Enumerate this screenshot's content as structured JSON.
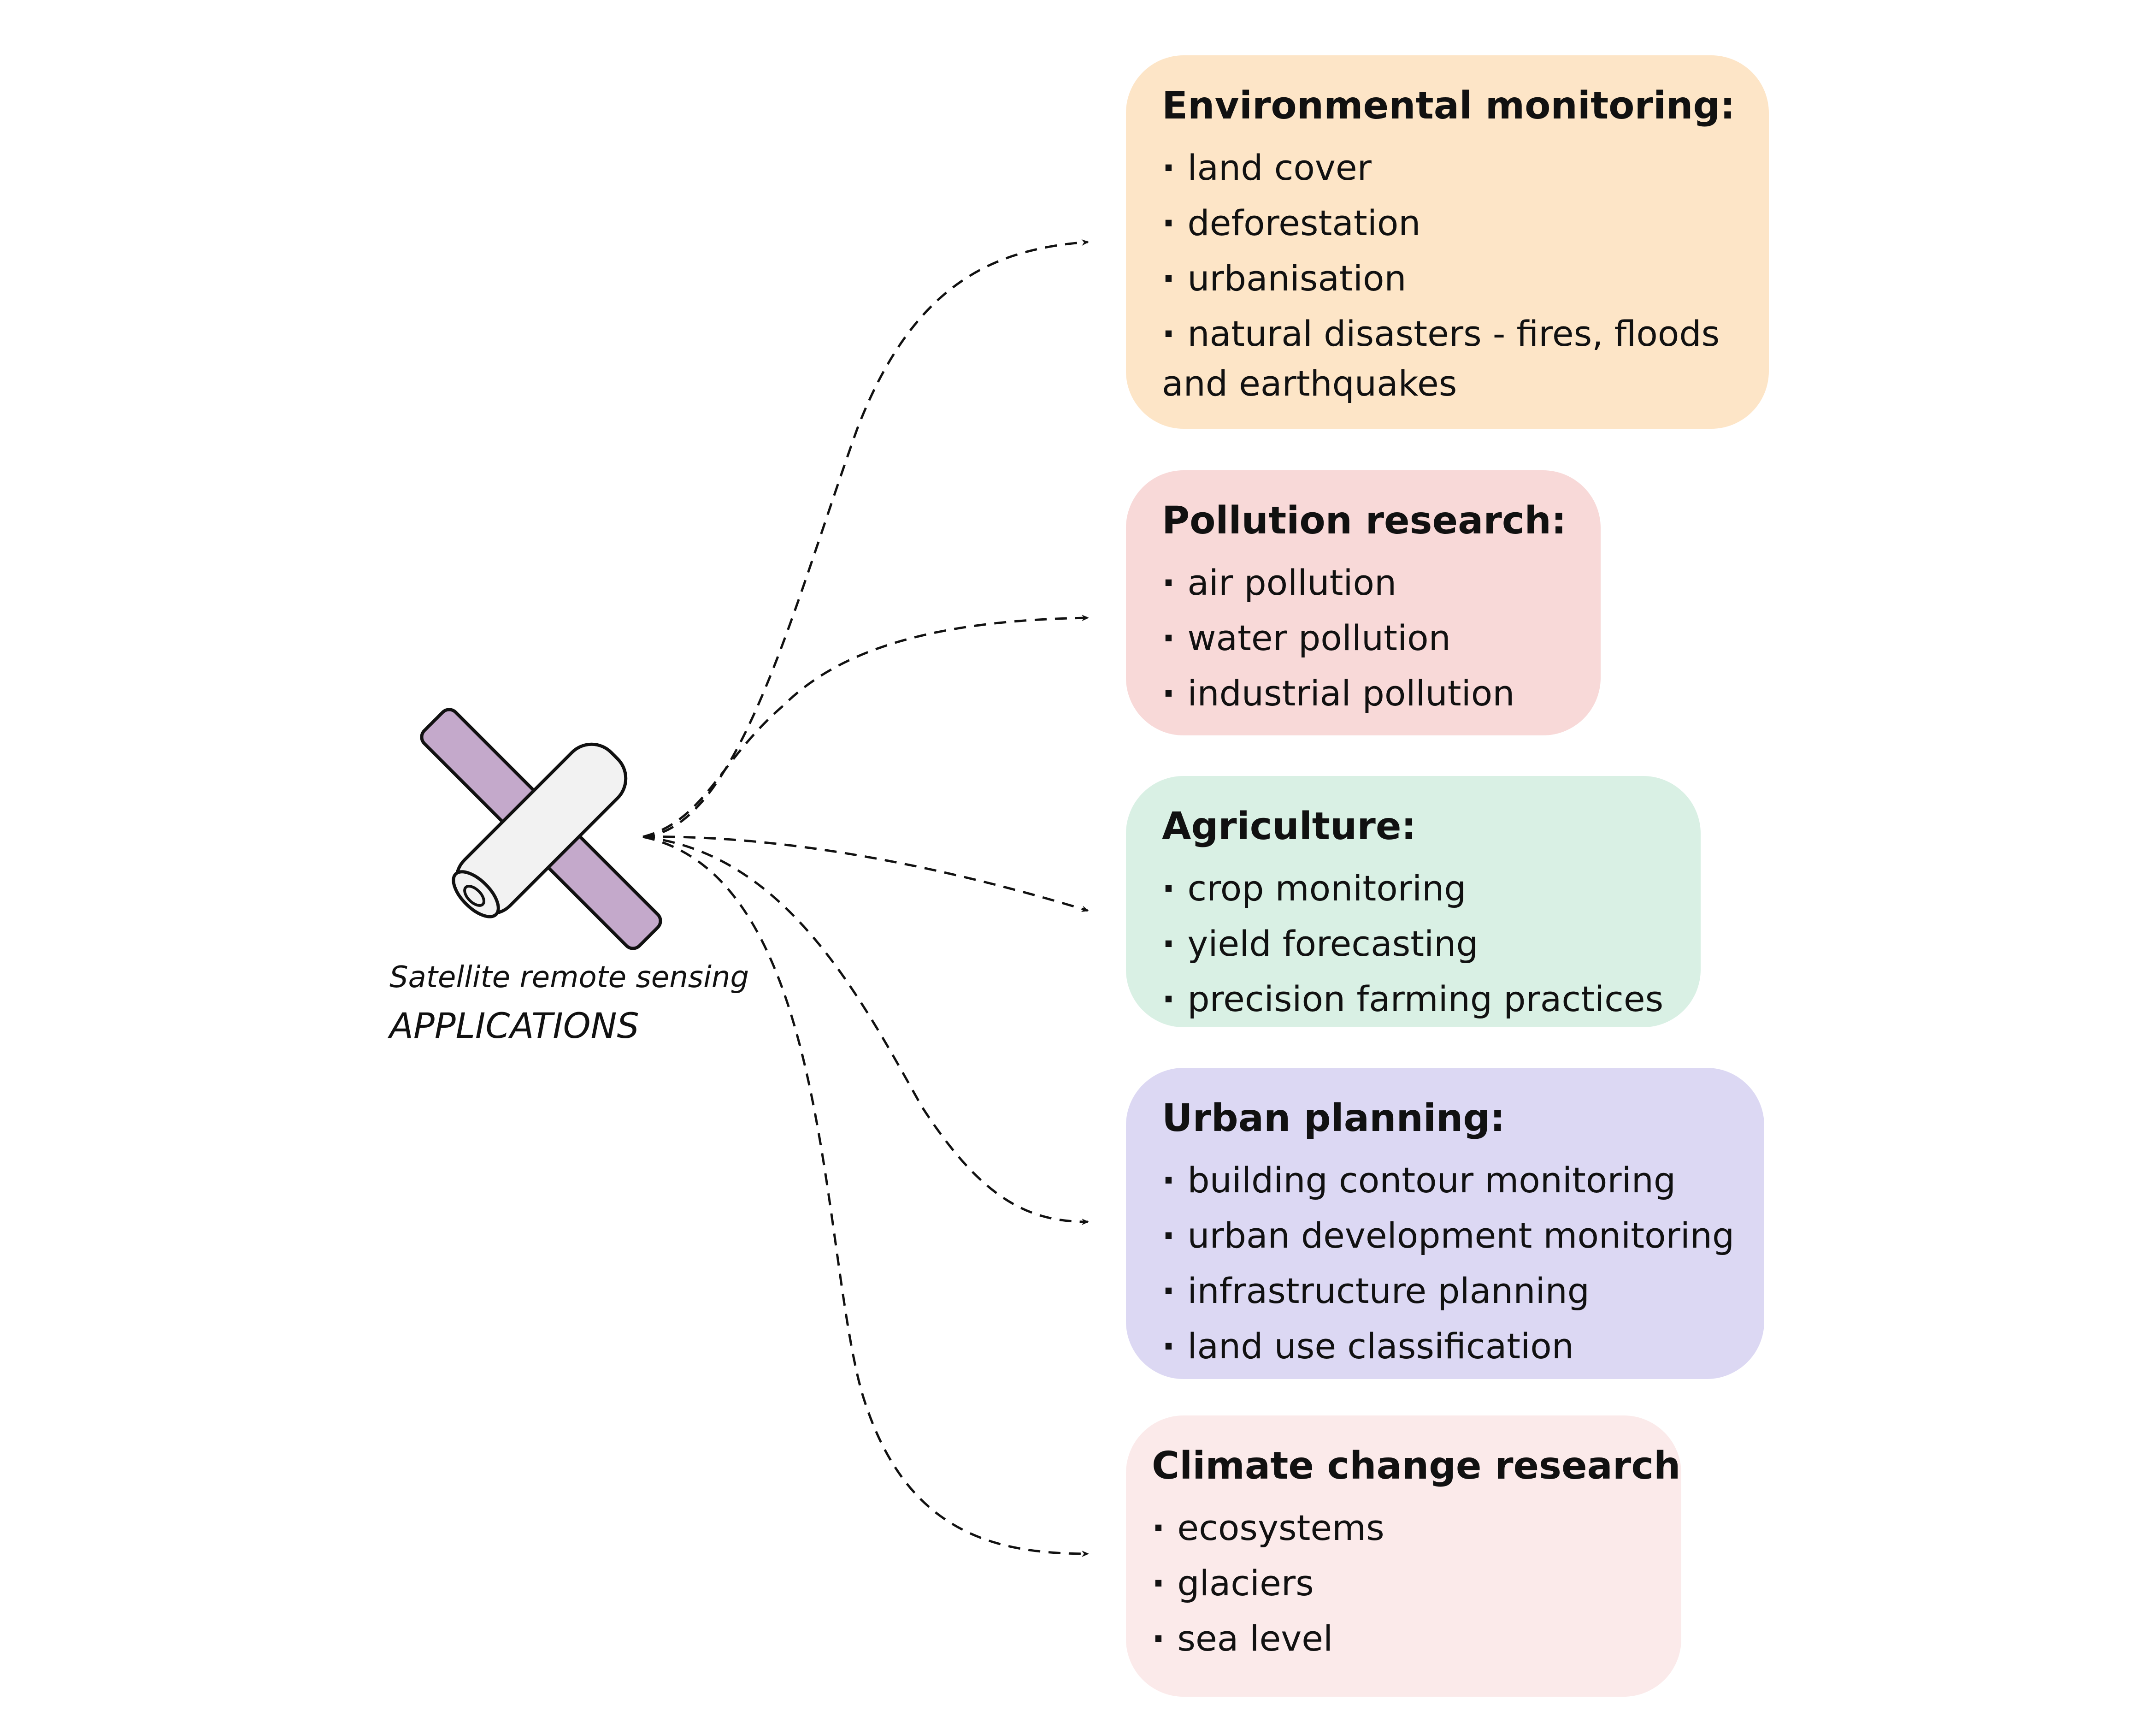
{
  "caption": {
    "line1": "Satellite remote sensing",
    "line2": "APPLICATIONS"
  },
  "icons": {
    "satellite": "satellite-icon"
  },
  "colors": {
    "satellite_panel": "#c4a9cb",
    "satellite_body": "#f2f2f2",
    "outline": "#111111",
    "arrow": "#111111"
  },
  "boxes": [
    {
      "id": "env",
      "title": "Environmental monitoring:",
      "color": "#fde5c7",
      "items": [
        "land cover",
        "deforestation",
        "urbanisation",
        "natural disasters - fires, floods and earthquakes"
      ]
    },
    {
      "id": "pol",
      "title": "Pollution research:",
      "color": "#f8d9d8",
      "items": [
        "air pollution",
        "water pollution",
        "industrial pollution"
      ]
    },
    {
      "id": "agr",
      "title": "Agriculture:",
      "color": "#d9f0e4",
      "items": [
        "crop monitoring",
        "yield forecasting",
        "precision farming practices"
      ]
    },
    {
      "id": "urb",
      "title": "Urban planning:",
      "color": "#dcd8f3",
      "items": [
        "building contour monitoring",
        "urban development monitoring",
        "infrastructure planning",
        "land use classification"
      ]
    },
    {
      "id": "cli",
      "title": "Climate change research:",
      "color": "#fbeaea",
      "items": [
        "ecosystems",
        "glaciers",
        "sea level"
      ]
    }
  ]
}
